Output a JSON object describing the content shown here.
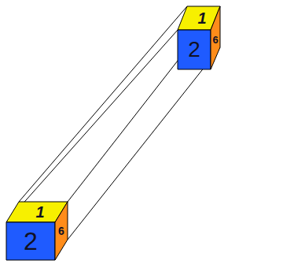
{
  "diagram": {
    "nodes": [
      {
        "text": [
          "1"
        ]
      },
      {
        "text": [
          "2"
        ]
      },
      {
        "text": [
          "6"
        ]
      },
      {
        "text": [
          "1"
        ]
      },
      {
        "text": [
          "2"
        ]
      },
      {
        "text": [
          "6"
        ]
      }
    ],
    "edges": [
      {
        "from": 3,
        "to": 0,
        "arrow": "none"
      },
      {
        "from": 4,
        "to": 1,
        "arrow": "none"
      },
      {
        "from": 5,
        "to": 2,
        "arrow": "none"
      },
      {
        "from": 5,
        "to": 2,
        "arrow": "none"
      }
    ]
  }
}
